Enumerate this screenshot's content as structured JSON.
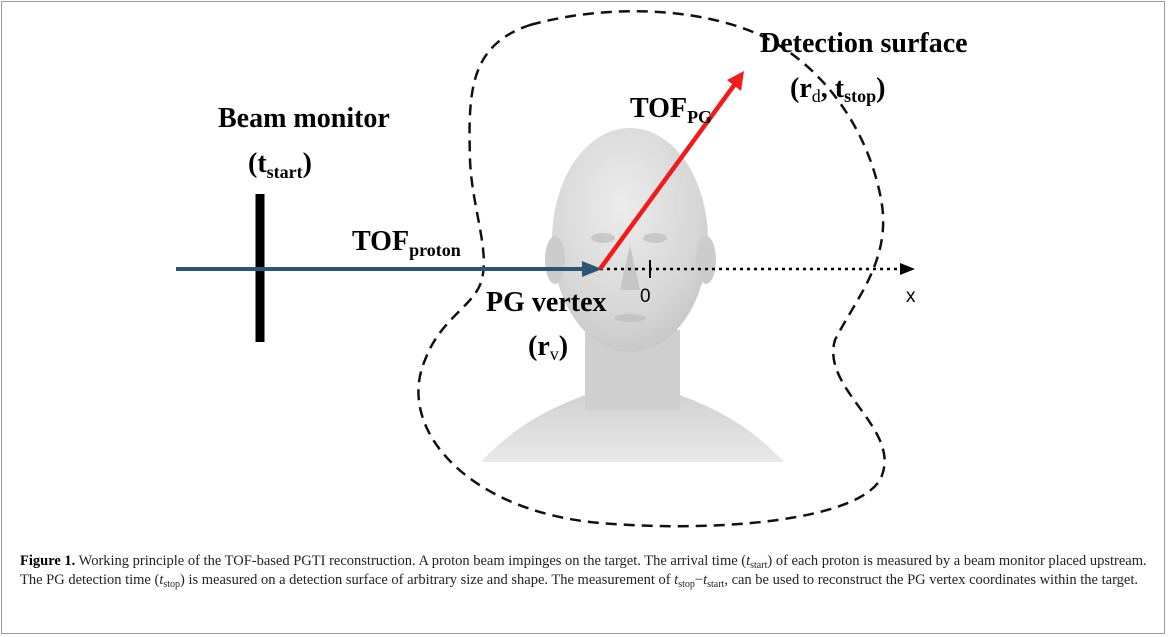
{
  "labels": {
    "detection_surface": "Detection surface",
    "rd_main": "r",
    "rd_sub": "d",
    "tstop_main": "t",
    "tstop_sub": "stop",
    "beam_monitor": "Beam monitor",
    "tstart_main": "t",
    "tstart_sub": "start",
    "tof_pg_main": "TOF",
    "tof_pg_sub": "PG",
    "tof_proton_main": "TOF",
    "tof_proton_sub": "proton",
    "pg_vertex": "PG vertex",
    "rv_main": "r",
    "rv_sub": "v",
    "origin": "0",
    "x_axis": "x"
  },
  "colors": {
    "proton_beam": "#2e5373",
    "pg_ray": "#ee1c1c",
    "surface": "#111111",
    "head": "#d8d8d8"
  },
  "caption": {
    "figure_label": "Figure 1.",
    "t1": " Working principle of the TOF-based PGTI reconstruction. A proton beam impinges on the target. The arrival time (",
    "t_start_main": "t",
    "t_start_sub": "start",
    "t2": ") of each proton is measured by a beam monitor placed upstream. The PG detection time (",
    "t_stop_main": "t",
    "t_stop_sub": "stop",
    "t3": ") is measured on a detection surface of arbitrary size and shape. The measurement of ",
    "t_stop2_main": "t",
    "t_stop2_sub": "stop",
    "minus": "−",
    "t_start2_main": "t",
    "t_start2_sub": "start",
    "t4": ", can be used to reconstruct the PG vertex coordinates within the target."
  }
}
